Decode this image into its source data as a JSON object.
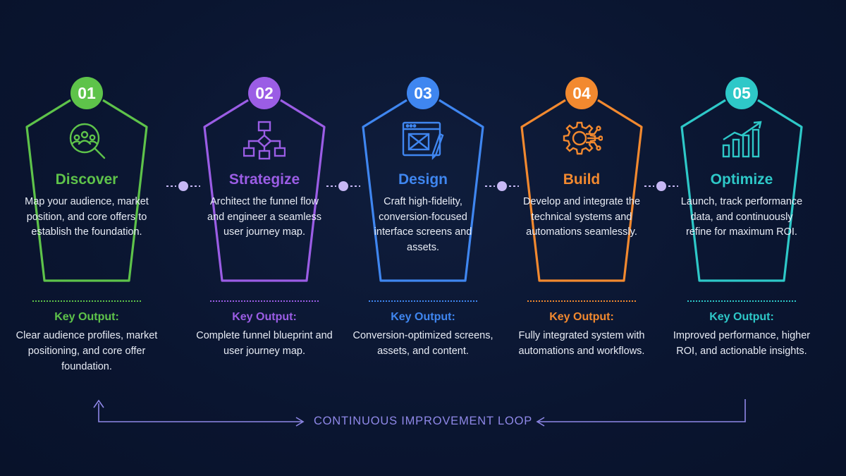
{
  "steps": [
    {
      "number": "01",
      "title": "Discover",
      "icon": "audience-search-icon",
      "color": "#5ec34a",
      "description": "Map your audience, market position, and core offers to establish the foundation.",
      "key_output_label": "Key Output:",
      "key_output": "Clear audience profiles, market positioning, and core offer foundation."
    },
    {
      "number": "02",
      "title": "Strategize",
      "icon": "flowchart-icon",
      "color": "#9b5de5",
      "description": "Architect the funnel flow and engineer a seamless user journey map.",
      "key_output_label": "Key Output:",
      "key_output": "Complete funnel blueprint and user journey map."
    },
    {
      "number": "03",
      "title": "Design",
      "icon": "design-window-icon",
      "color": "#3f86f0",
      "description": "Craft high-fidelity, conversion-focused interface screens and assets.",
      "key_output_label": "Key Output:",
      "key_output": "Conversion-optimized screens, assets, and content."
    },
    {
      "number": "04",
      "title": "Build",
      "icon": "gear-circuit-icon",
      "color": "#f2892f",
      "description": "Develop and integrate the technical systems and automations seamlessly.",
      "key_output_label": "Key Output:",
      "key_output": "Fully integrated system with automations and workflows."
    },
    {
      "number": "05",
      "title": "Optimize",
      "icon": "growth-chart-icon",
      "color": "#2ec8c8",
      "description": "Launch, track performance data, and continuously refine for maximum ROI.",
      "key_output_label": "Key Output:",
      "key_output": "Improved performance, higher ROI, and actionable insights."
    }
  ],
  "connector_color": "#c7b8f5",
  "loop": {
    "label": "CONTINUOUS IMPROVEMENT LOOP",
    "color": "#8f88e8"
  }
}
